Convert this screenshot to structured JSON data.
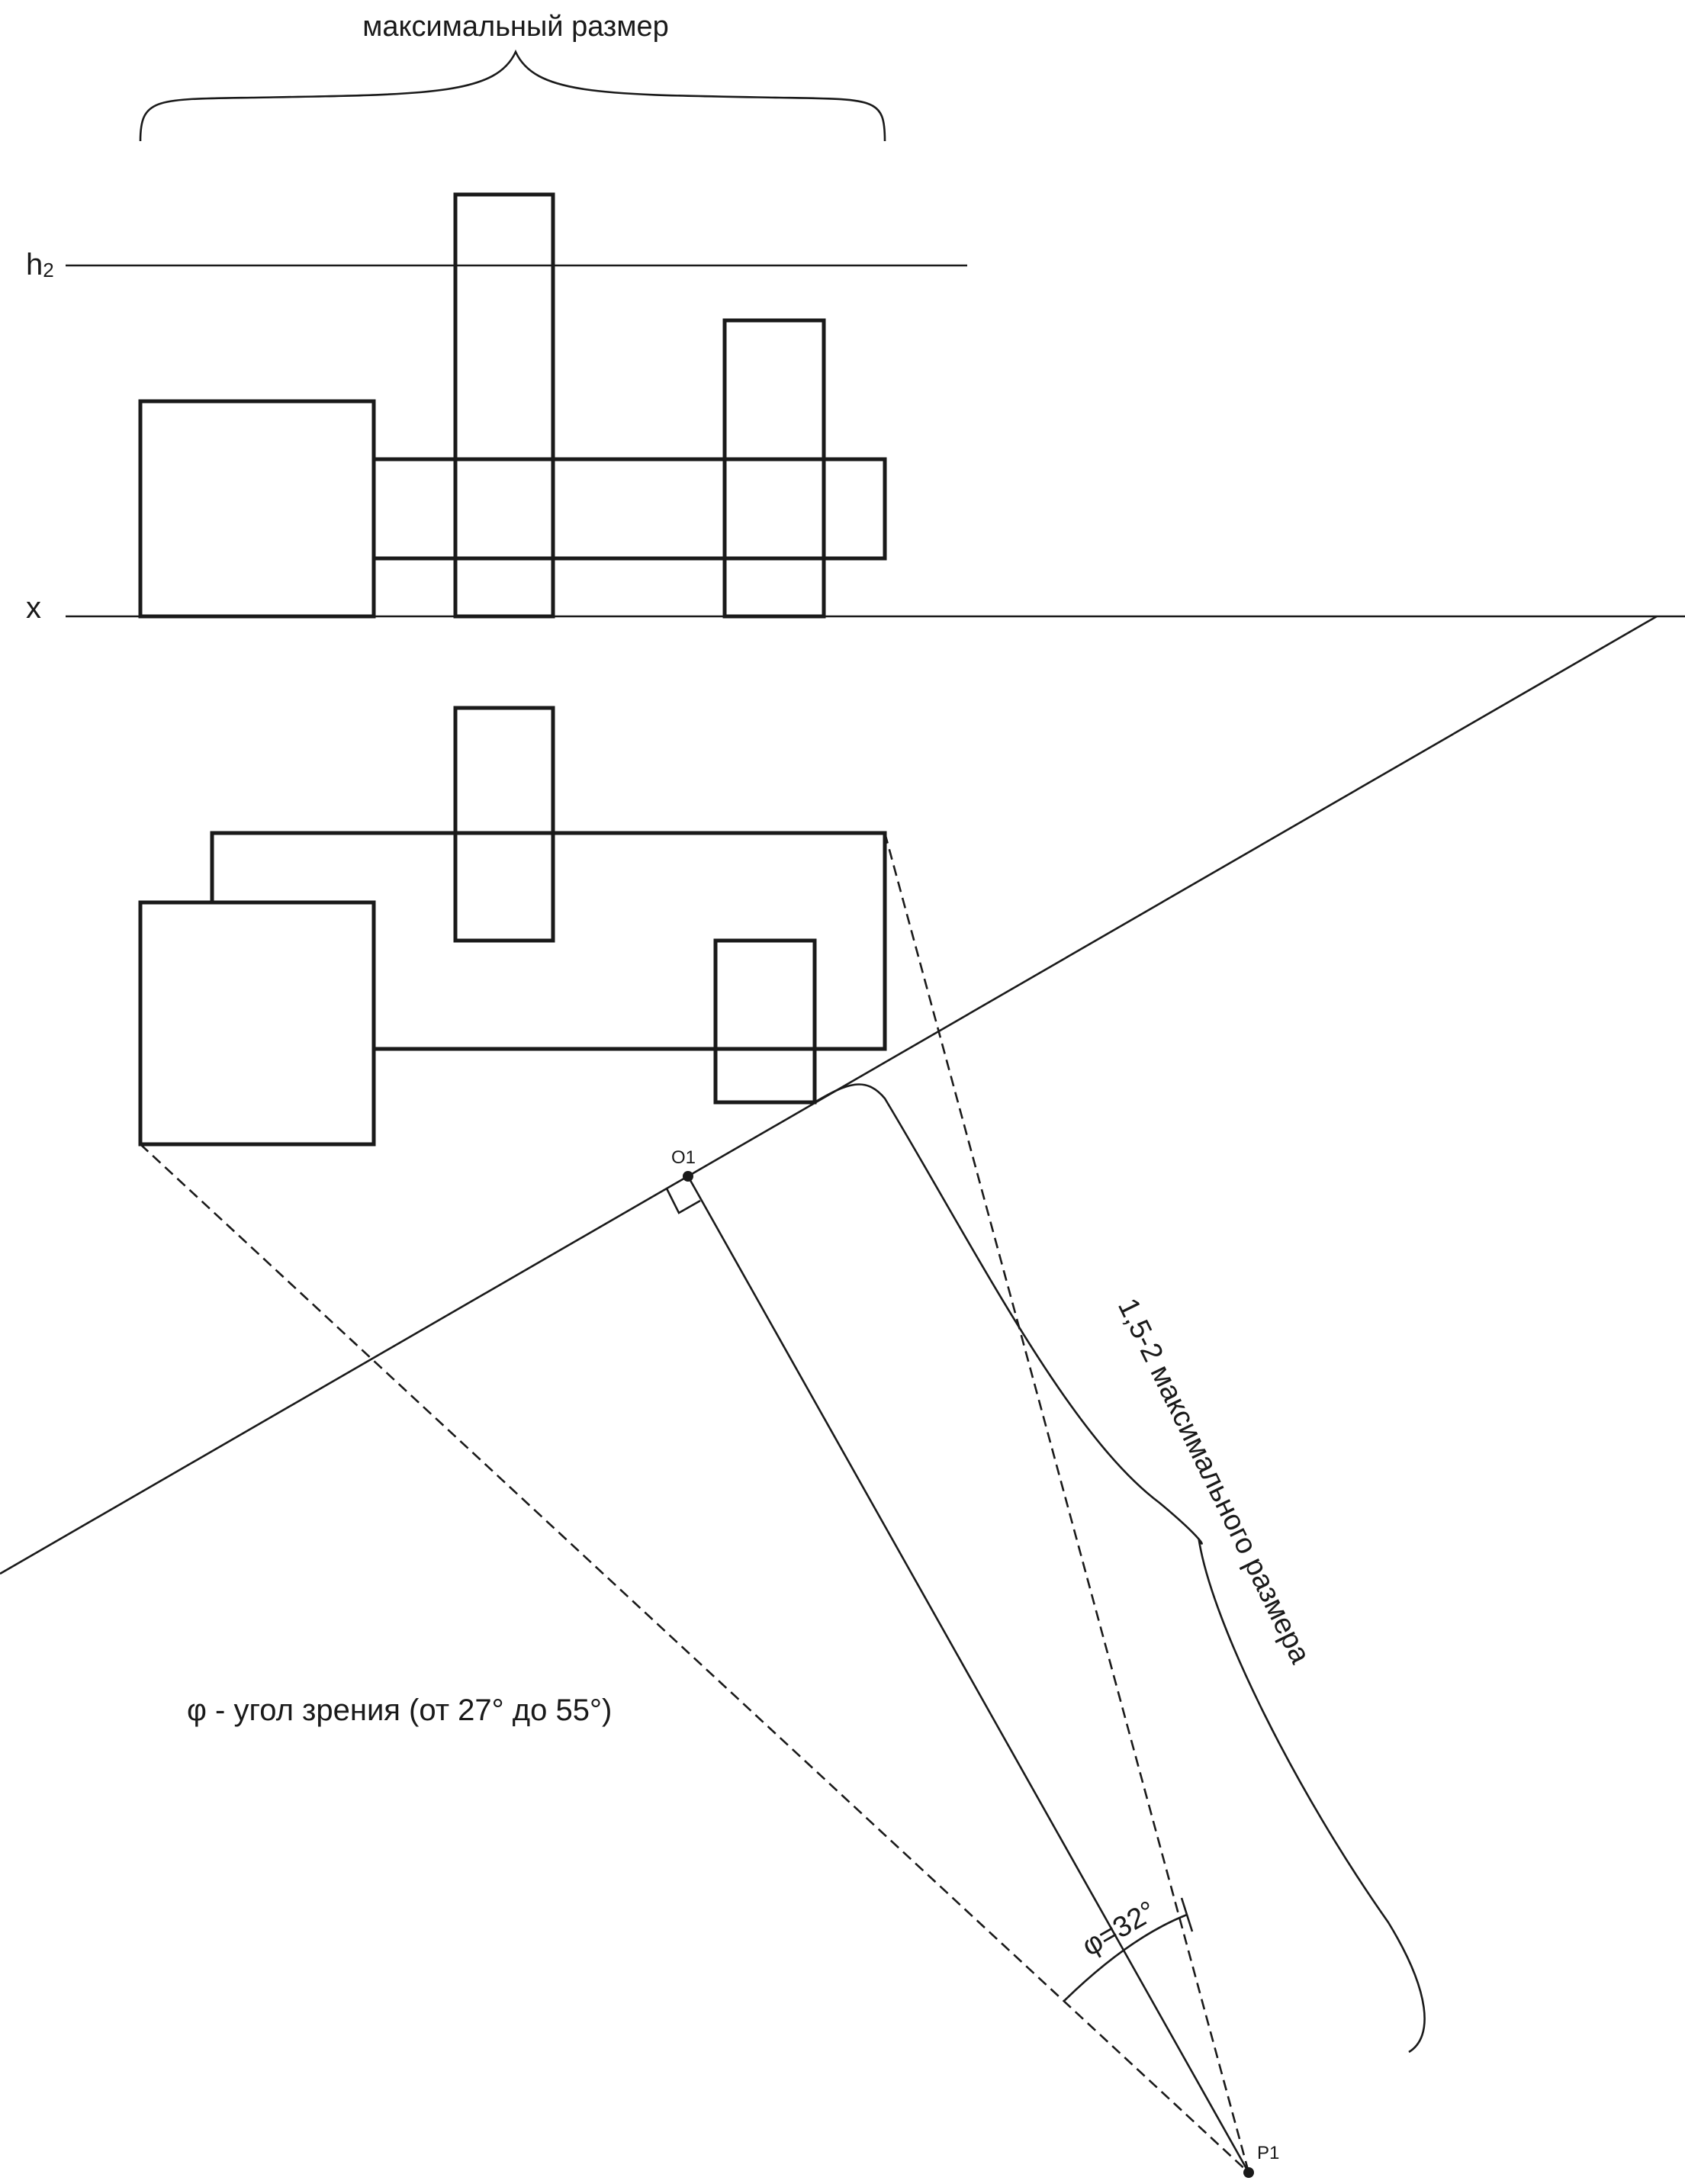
{
  "labels": {
    "max_size": "максимальный размер",
    "h2_main": "h",
    "h2_sub": "2",
    "x_axis": "x",
    "o1": "O1",
    "p1": "P1",
    "distance": "1,5-2 максимального размера",
    "angle_value": "φ=32°",
    "legend": "φ - угол зрения (от 27° до 55°)"
  }
}
